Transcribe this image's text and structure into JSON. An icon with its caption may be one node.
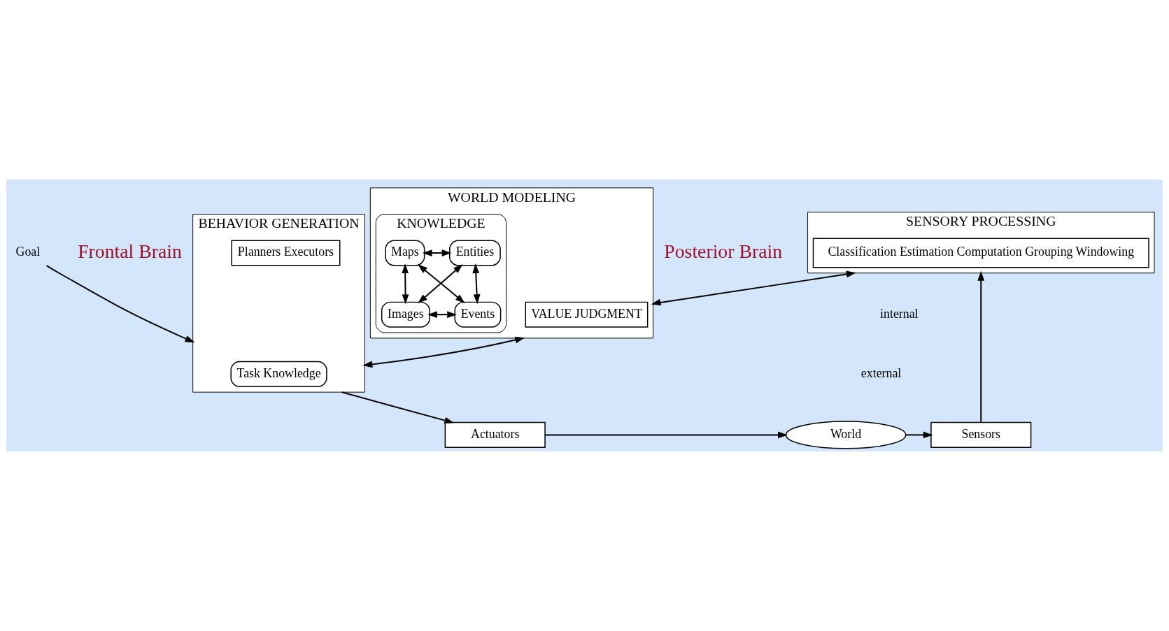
{
  "diagram": {
    "nodes": [
      {
        "text": [
          "SENSORY PROCESSING"
        ]
      },
      {
        "text": [
          "Classification Estimation Computation Grouping Windowing"
        ],
        "in": 0
      },
      {
        "text": [
          "WORLD MODELING"
        ]
      },
      {
        "text": [
          "VALUE JUDGMENT"
        ],
        "in": 2
      },
      {
        "text": [
          "KNOWLEDGE"
        ],
        "in": 2
      },
      {
        "text": [
          "Maps"
        ],
        "in": 4
      },
      {
        "text": [
          "Entities"
        ],
        "in": 4
      },
      {
        "text": [
          "Images"
        ],
        "in": 4
      },
      {
        "text": [
          "Events"
        ],
        "in": 4
      },
      {
        "text": [
          "BEHAVIOR GENERATION"
        ]
      },
      {
        "text": [
          "Task Knowledge"
        ],
        "in": 9
      },
      {
        "text": [
          "Planners Executors"
        ],
        "in": 9
      },
      {
        "text": [
          "Sensors"
        ]
      },
      {
        "text": [
          "World"
        ]
      },
      {
        "text": [
          "Actuators"
        ]
      },
      {
        "text": [
          "Goal"
        ]
      }
    ],
    "edges": [
      {
        "from": 0,
        "to": 2,
        "arrow": "both"
      },
      {
        "from": 2,
        "to": 9,
        "arrow": "both"
      },
      {
        "from": 5,
        "to": 6,
        "arrow": "both"
      },
      {
        "from": 5,
        "to": 7,
        "arrow": "both"
      },
      {
        "from": 5,
        "to": 8,
        "arrow": "both"
      },
      {
        "from": 6,
        "to": 7,
        "arrow": "both"
      },
      {
        "from": 6,
        "to": 8,
        "arrow": "both"
      },
      {
        "from": 7,
        "to": 8,
        "arrow": "both"
      },
      {
        "from": 15,
        "to": 9,
        "arrow": "to"
      },
      {
        "from": 9,
        "to": 14,
        "arrow": "to"
      },
      {
        "from": 14,
        "to": 13,
        "arrow": "to"
      },
      {
        "from": 13,
        "to": 12,
        "arrow": "to"
      },
      {
        "from": 12,
        "to": 0,
        "arrow": "to"
      }
    ],
    "labels": [
      "Posterior Brain",
      "Frontal Brain",
      "internal",
      "external"
    ]
  }
}
